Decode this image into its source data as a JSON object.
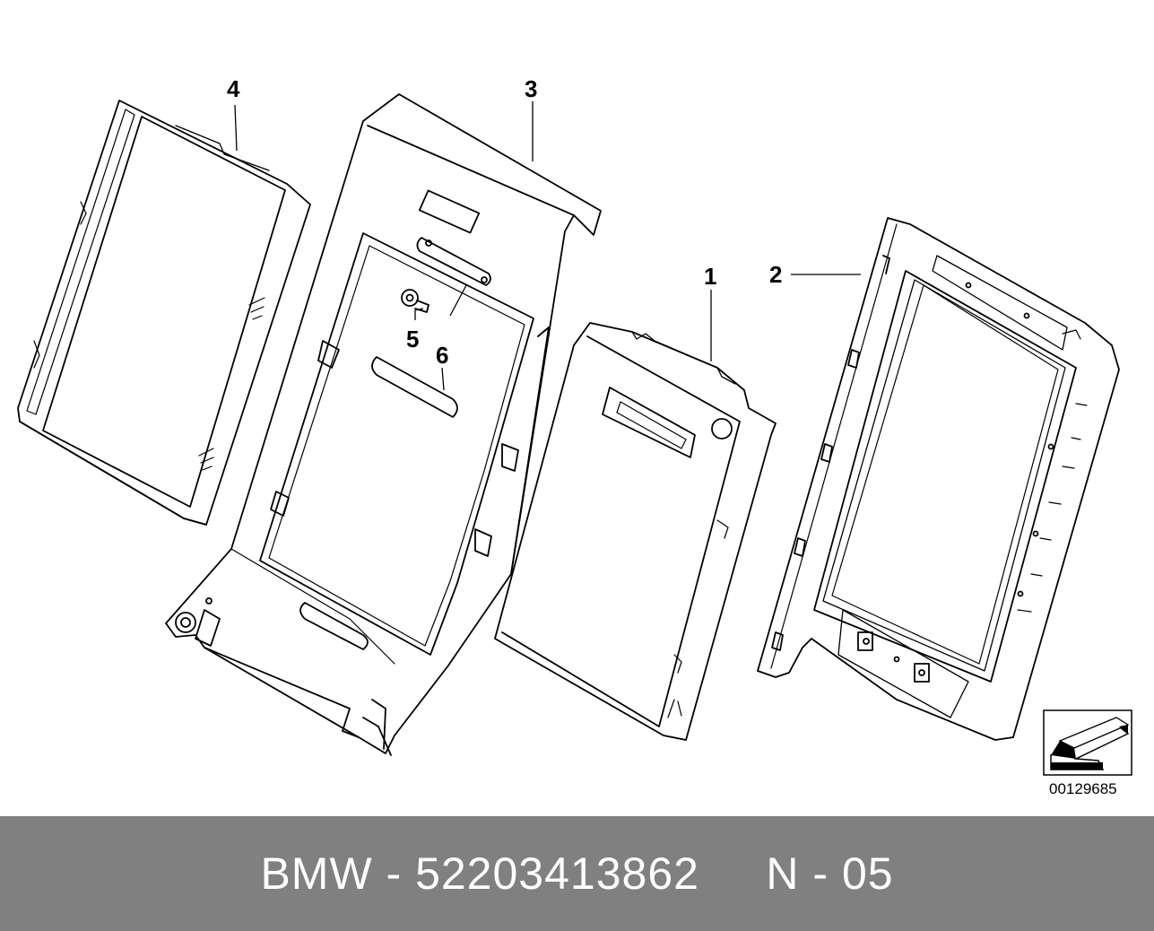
{
  "diagram": {
    "callouts": [
      {
        "id": "1",
        "label": "1"
      },
      {
        "id": "2",
        "label": "2"
      },
      {
        "id": "3",
        "label": "3"
      },
      {
        "id": "4",
        "label": "4"
      },
      {
        "id": "5",
        "label": "5"
      },
      {
        "id": "6",
        "label": "6"
      }
    ],
    "ref_code": "00129685",
    "icon": "arrow-symbol-icon"
  },
  "footer": {
    "text": "BMW - 52203413862     N - 05",
    "background": "#808080",
    "color": "#ffffff"
  }
}
